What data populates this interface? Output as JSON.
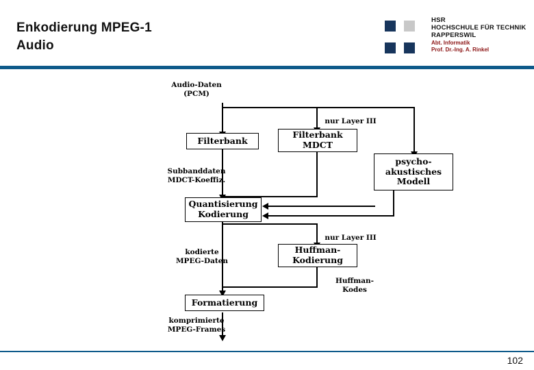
{
  "slide": {
    "title": "Enkodierung MPEG-1\nAudio",
    "page_number": "102"
  },
  "logo": {
    "line1": "HSR",
    "line2": "HOCHSCHULE FÜR TECHNIK",
    "line3": "RAPPERSWIL",
    "line4": "Abt. Informatik",
    "line5": "Prof. Dr.-Ing. A. Rinkel",
    "dark_color": "#17355c",
    "grey_color": "#c8c8c8",
    "accent_color": "#8c1414"
  },
  "theme": {
    "rule_color": "#0e5a8a"
  },
  "diagram": {
    "type": "flowchart",
    "boxes": [
      {
        "id": "filterbank",
        "label": "Filterbank"
      },
      {
        "id": "filterbank_mdct",
        "label": "Filterbank\nMDCT"
      },
      {
        "id": "psychoakustisches_modell",
        "label": "psycho-\nakustisches\nModell"
      },
      {
        "id": "quantisierung_kodierung",
        "label": "Quantisierung\nKodierung"
      },
      {
        "id": "huffman_kodierung",
        "label": "Huffman-\nKodierung"
      },
      {
        "id": "formatierung",
        "label": "Formatierung"
      }
    ],
    "labels": [
      {
        "id": "audio_daten",
        "text": "Audio-Daten\n(PCM)"
      },
      {
        "id": "nur_layer_iii_top",
        "text": "nur Layer III"
      },
      {
        "id": "subbanddaten",
        "text": "Subbanddaten\nMDCT-Koeffiz."
      },
      {
        "id": "kodierte_mpeg_daten",
        "text": "kodierte\nMPEG-Daten"
      },
      {
        "id": "nur_layer_iii_bottom",
        "text": "nur Layer III"
      },
      {
        "id": "huffman_kodes",
        "text": "Huffman-\nKodes"
      },
      {
        "id": "komprimierte_mpeg_frames",
        "text": "komprimierte\nMPEG-Frames"
      }
    ]
  }
}
